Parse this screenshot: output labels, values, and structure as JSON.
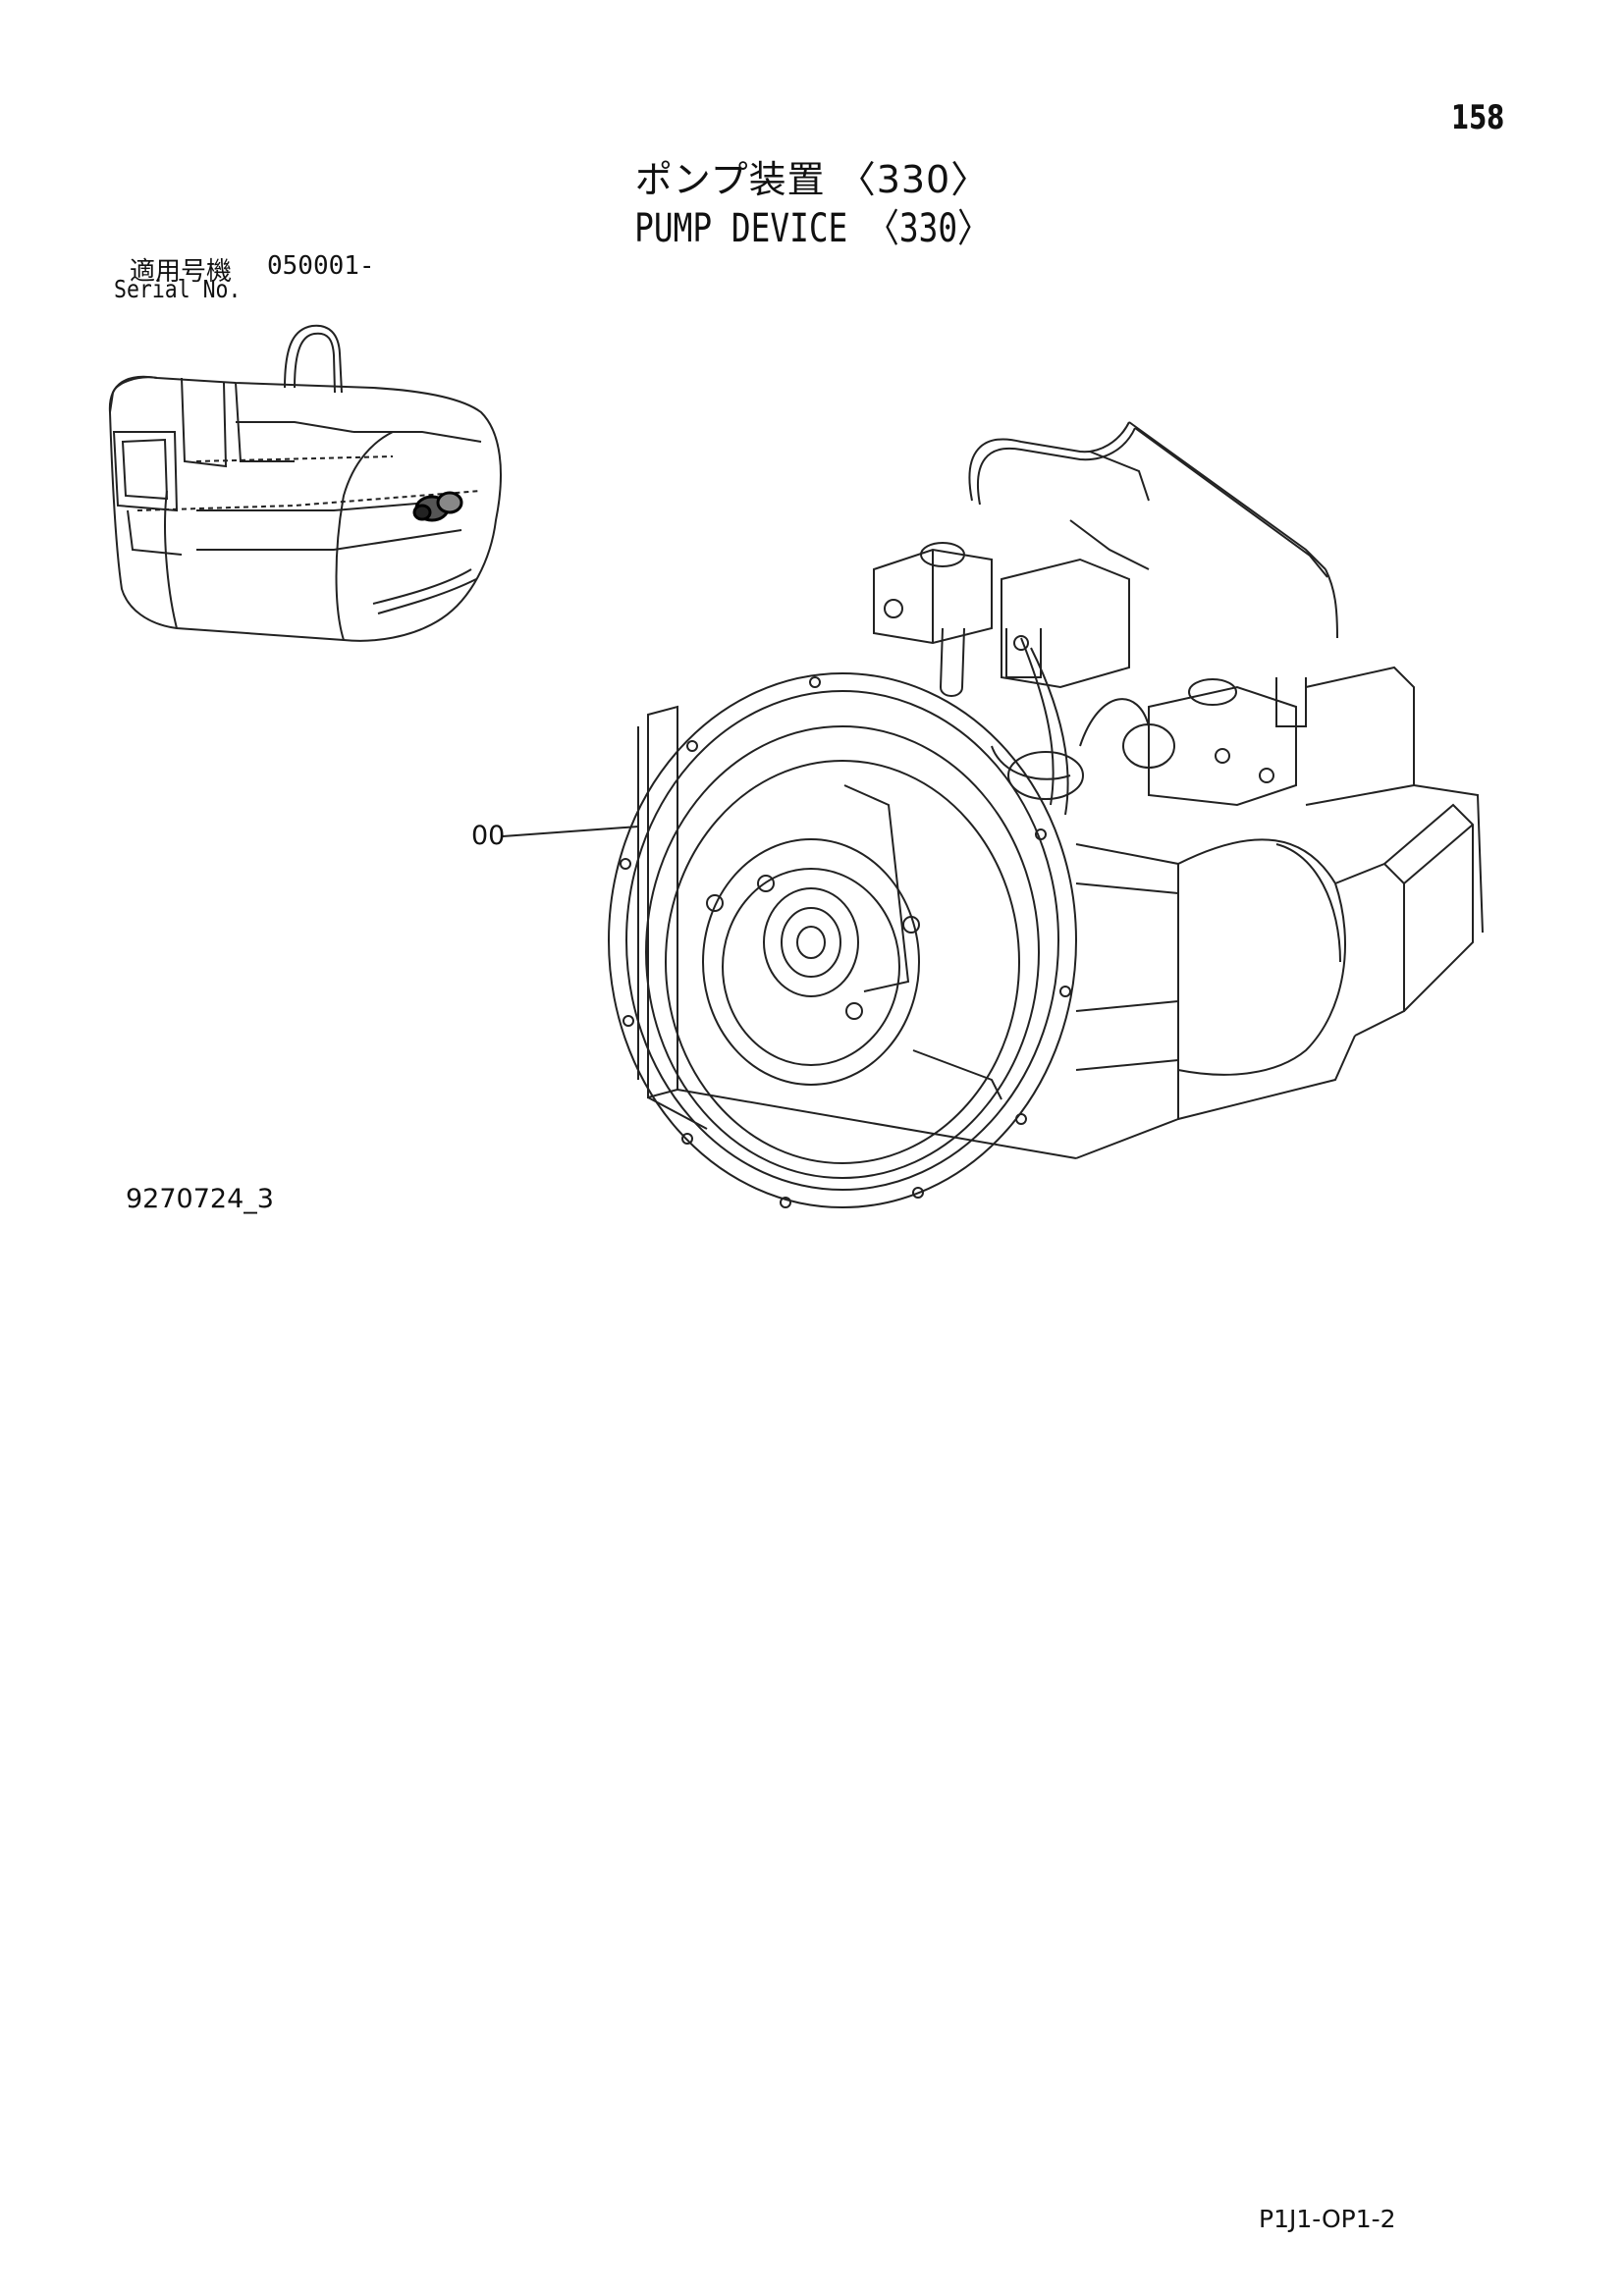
{
  "header": {
    "page_number": "158",
    "title_jp": "ポンプ装置 〈330〉",
    "title_en": "PUMP DEVICE 〈330〉"
  },
  "serial": {
    "label_jp": "適用号機",
    "value": "050001-",
    "label_en": "Serial No."
  },
  "figure": {
    "callout": "00",
    "drawing_number": "9270724_3"
  },
  "footer": {
    "page_code": "P1J1-OP1-2"
  }
}
